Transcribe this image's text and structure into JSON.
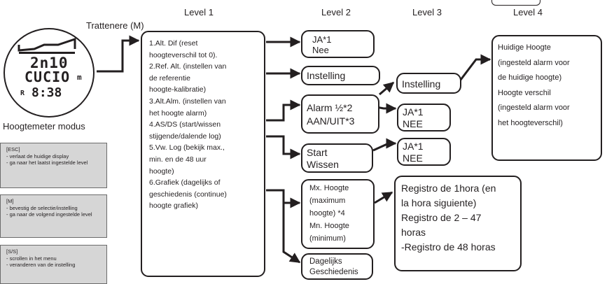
{
  "levels": [
    "Level 1",
    "Level 2",
    "Level 3",
    "Level 4"
  ],
  "header_badge": "",
  "mode_entry": "Trattenere (M)",
  "watch": {
    "line1": "2n10",
    "line2": "CUCIO",
    "unit": "m",
    "time_prefix": "R",
    "time": "8:38",
    "caption": "Hoogtemeter modus"
  },
  "level1_text": "1.Alt. Dif (reset\nhoogteverschil tot 0).\n2.Ref. Alt. (instellen van\nde referentie\nhoogte-kalibratie)\n3.Alt.Alm. (instellen van\nhet hoogte alarm)\n4.AS/DS (start/wissen\nstijgende/dalende log)\n5.Vw. Log (bekijk max.,\nmin. en de 48 uur\nhoogte)\n6.Grafiek (dagelijks of\ngeschiedenis (continue)\nhoogte grafiek)",
  "level2": {
    "ja_nee": "JA*1\nNee",
    "instelling": "Instelling",
    "alarm": "Alarm ½*2\nAAN/UIT*3",
    "start_wissen": "Start\nWissen",
    "log": "Mx. Hoogte\n(maximum\nhoogte) *4\nMn. Hoogte\n(minimum)",
    "graph": "Dagelijks\nGeschiedenis"
  },
  "level3": {
    "instelling": "Instelling",
    "ja_nee_1": "JA*1\nNEE",
    "ja_nee_2": "JA*1\nNEE",
    "registro": "Registro de 1hora (en\nla hora siguiente)\nRegistro de 2 – 47\nhoras\n-Registro de 48 horas"
  },
  "level4_text": "Huidige Hoogte\n(ingesteld alarm voor\nde huidige hoogte)\nHoogte verschil\n(ingesteld alarm voor\nhet hoogteverschil)",
  "buttons": {
    "esc": "[ESC]\n- verlaat de huidige display\n- ga naar het laatst ingestelde level",
    "m": "[M]\n- bevestig de selectie/instelling\n- ga naar de volgend ingestelde level",
    "ss": "[S/S]\n- scrollen in het menu\n- veranderen van de instelling"
  },
  "colors": {
    "ink": "#231f20",
    "panel": "#d6d6d6"
  }
}
